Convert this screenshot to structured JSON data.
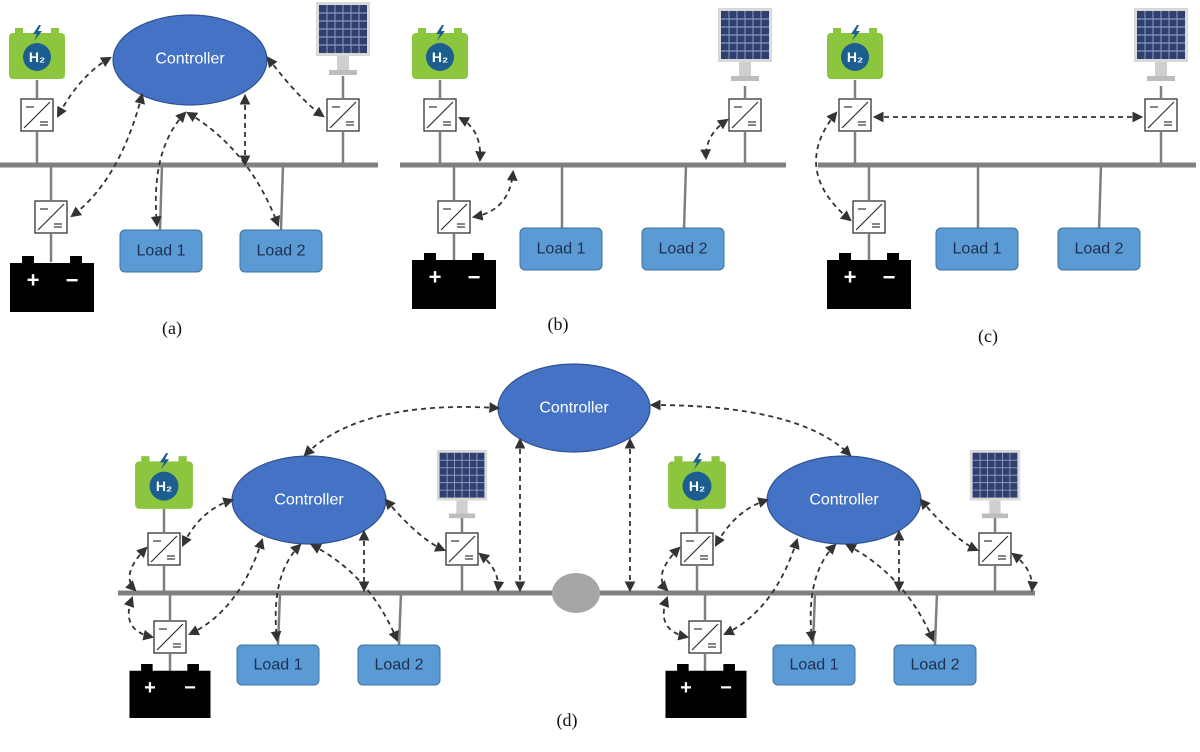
{
  "labels": {
    "controller": "Controller",
    "load1": "Load 1",
    "load2": "Load 2",
    "h2": "H₂",
    "plus": "+",
    "minus": "−",
    "cap_a": "(a)",
    "cap_b": "(b)",
    "cap_c": "(c)",
    "cap_d": "(d)"
  },
  "colors": {
    "controller_fill": "#4472c4",
    "load_fill": "#5b9bd5",
    "h2_green": "#8cc63f",
    "h2_circle": "#1b5e8f",
    "battery": "#000000",
    "bus": "#808080",
    "solar_panel": "#2f3f6f",
    "junction": "#a6a6a6"
  },
  "icons": [
    "hydrogen-fuel-cell-icon",
    "solar-panel-icon",
    "battery-icon",
    "dc-dc-converter-icon",
    "lightning-bolt-icon"
  ]
}
